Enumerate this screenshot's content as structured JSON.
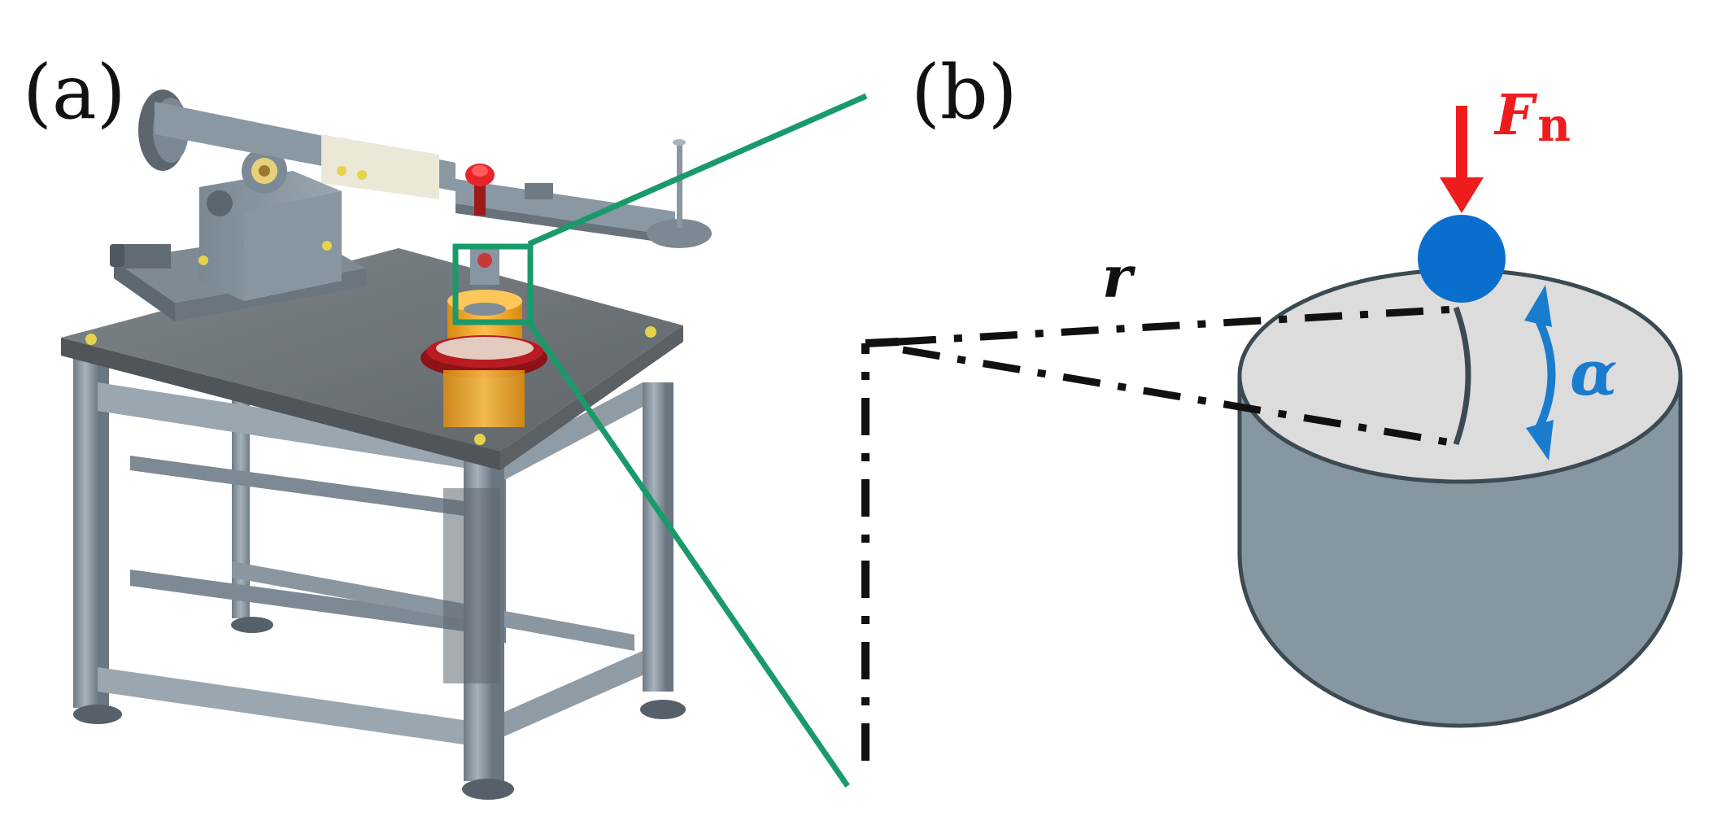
{
  "panels": {
    "a": {
      "label": "(a)"
    },
    "b": {
      "label": "(b)"
    }
  },
  "symbols": {
    "radius": "r",
    "force_main": "F",
    "force_sub": "n",
    "angle": "α"
  },
  "colors": {
    "callout_green": "#1a9a6a",
    "force_red": "#ee1c1c",
    "ball_blue": "#0a6fcc",
    "angle_blue": "#1a7ccc",
    "cylinder_side": "#8697a1",
    "cylinder_top": "#dcdcdc",
    "outline": "#3c4a52",
    "frame_metal": "#8f9ba5",
    "table_top": "#6e7478",
    "specimen_orange": "#f2a51c",
    "specimen_red": "#a5161d"
  }
}
